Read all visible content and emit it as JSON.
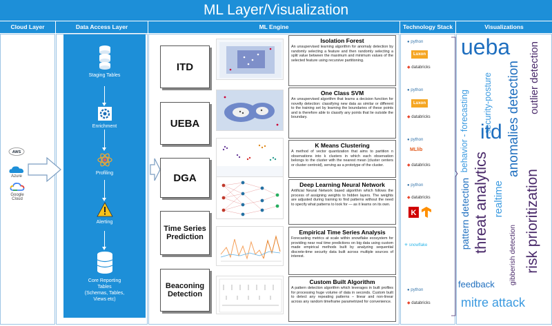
{
  "title": "ML Layer/Visualization",
  "headers": {
    "cloud": "Cloud Layer",
    "data_access": "Data Access Layer",
    "ml_engine": "ML Engine",
    "tech_stack": "Technology Stack",
    "visualizations": "Visualizations"
  },
  "cloud": {
    "aws": "AWS",
    "azure": "Azure",
    "google": "Google Cloud"
  },
  "data_access": {
    "staging": "Staging Tables",
    "enrichment": "Enrichment",
    "profiling": "Profiling",
    "alerting": "Alerting",
    "core_line1": "Core Reporting",
    "core_line2": "Tables",
    "core_line3": "(Schemas,  Tables,",
    "core_line4": "Views etc)"
  },
  "ml_boxes": {
    "itd": "ITD",
    "ueba": "UEBA",
    "dga": "DGA",
    "ts_line1": "Time Series",
    "ts_line2": "Prediction",
    "beacon_line1": "Beaconing",
    "beacon_line2": "Detection"
  },
  "algorithms": [
    {
      "title": "Isolation Forest",
      "text": "An unsupervised learning algorithm for anomaly detection by randomly selecting a feature and then randomly selecting a split value between the maximum and minimum values of the selected feature using recursive partitioning."
    },
    {
      "title": "One Class SVM",
      "text": "An unsupervised algorithm that learns a decision function for novelty detection: classifying new data as similar or different to the training set by learning the boundaries of these points and is therefore able to classify any points that lie outside the boundary."
    },
    {
      "title": "K Means Clustering",
      "text": "A method of vector quantization that aims to partition n observations into k clusters in which each observation belongs to the cluster with the nearest mean (cluster centers or cluster centroid), serving as a prototype of the cluster."
    },
    {
      "title": "Deep Learning Neural Network",
      "text": "Artificial Neural Network based algorithm which follows the process of assigning weights to hidden layers. The weights are adjusted during training to find patterns without the need to specify what patterns to look for — as it learns on its own."
    },
    {
      "title": "Empirical Time Series Analysis",
      "text": "Forecasting metrics at scale within snowflake ecosystem for providing near real time predictions on big data using custom made empirical methods built by analyzing sequential discrete-time security data built across multiple sources of interest."
    },
    {
      "title": "Custom Built Algorithm",
      "text": "A pattern detection algorithm which leverages in built profiles for processing huge volume of data in seconds. Custom built to detect any repeating patterns – linear and non-linear across any random timeframe parametrized for convenience."
    }
  ],
  "tech": {
    "python": "python",
    "luxon": "Luxon",
    "databricks": "databricks",
    "mllib": "MLlib",
    "snowflake": "snowflake"
  },
  "word_cloud": {
    "ueba": "ueba",
    "behavior_forecasting": "behavior - forecasting",
    "security_posture": "security-posture",
    "anomalies_detection": "anomalies detection",
    "outlier_detection": "outlier detection",
    "itd": "itd",
    "pattern_detection": "pattern detection",
    "threat_analytics": "threat analytics",
    "realtime": "realtime",
    "gibberish_detection": "gibberish detection",
    "risk_prioritization": "risk prioritization",
    "feedback": "feedback",
    "mitre_attack": "mitre attack"
  },
  "colors": {
    "header_blue": "#1d8fd8",
    "wc_blue": "#1f6fbf",
    "wc_light": "#3b9ae0",
    "wc_purple": "#4a2a6a"
  }
}
